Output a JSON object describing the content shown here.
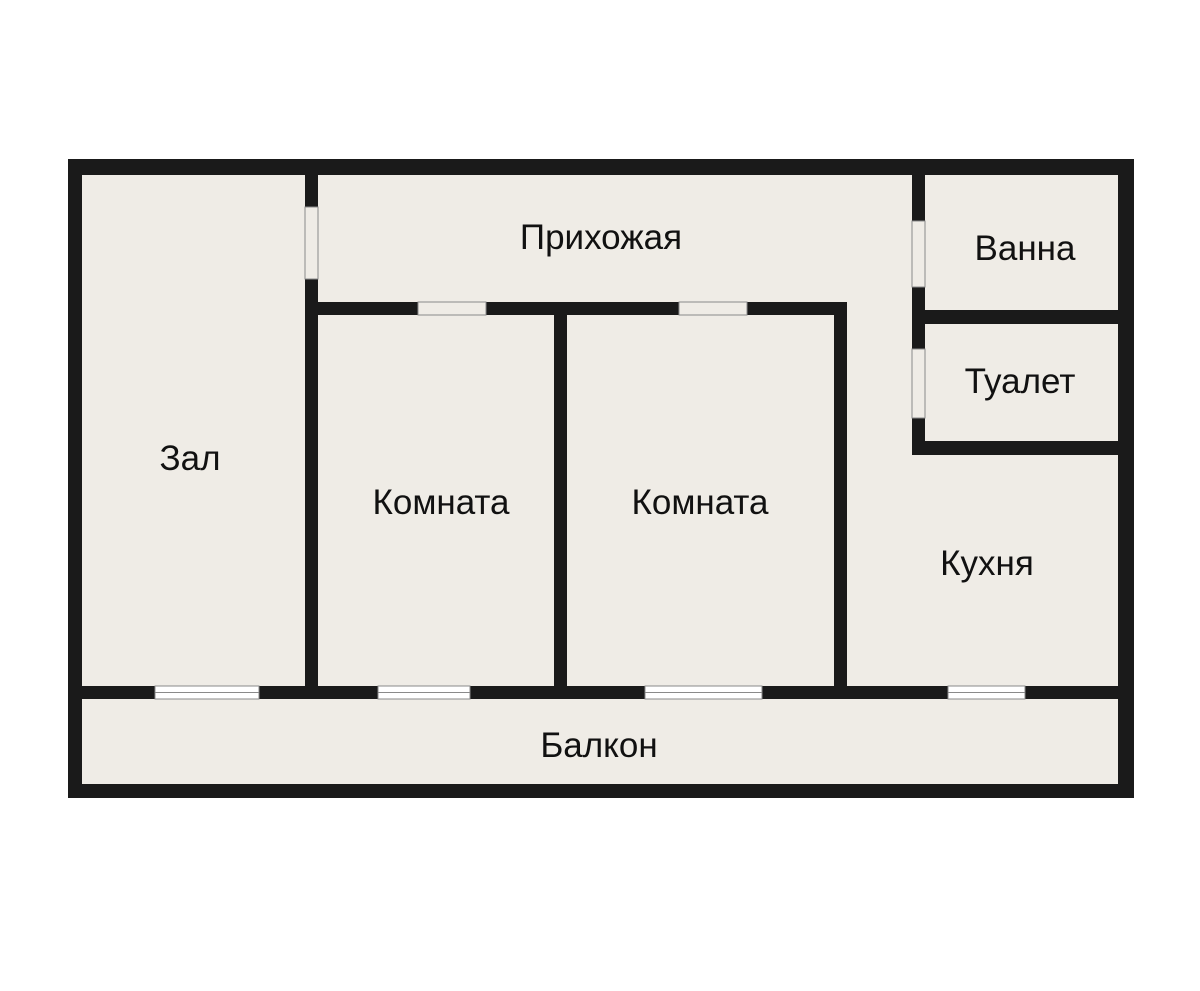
{
  "plan": {
    "colors": {
      "floor": "#efece6",
      "wall": "#1a1a1a",
      "door_opening": "#efece6",
      "window_glass": "#ffffff",
      "window_frame": "#8a8a8a"
    },
    "rooms": {
      "hall": {
        "label": "Зал"
      },
      "corridor": {
        "label": "Прихожая"
      },
      "bath": {
        "label": "Ванна"
      },
      "toilet": {
        "label": "Туалет"
      },
      "room_1": {
        "label": "Комната"
      },
      "room_2": {
        "label": "Комната"
      },
      "kitchen": {
        "label": "Кухня"
      },
      "balcony": {
        "label": "Балкон"
      }
    }
  }
}
